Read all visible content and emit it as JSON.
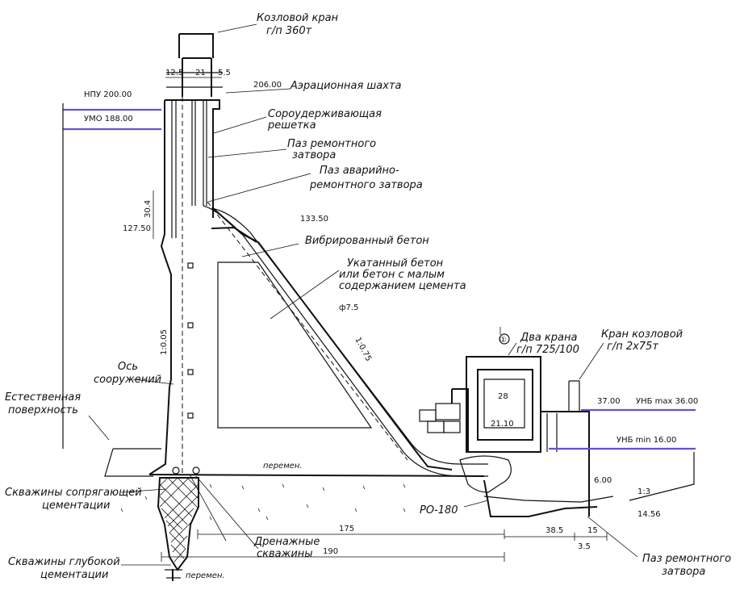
{
  "labels": {
    "gantry_crane_top": "Козловой кран",
    "gantry_crane_top_cap": "г/п 360т",
    "aeration_shaft": "Аэрационная шахта",
    "trash_rack_1": "Сороудерживающая",
    "trash_rack_2": "решетка",
    "repair_gate_slot_1": "Паз ремонтного",
    "repair_gate_slot_2": "затвора",
    "emergency_gate_slot_1": "Паз аварийно-",
    "emergency_gate_slot_2": "ремонтного затвора",
    "vibrated_concrete": "Вибрированный бетон",
    "rolled_concrete_1": "Укатанный бетон",
    "rolled_concrete_2": "или бетон с малым",
    "rolled_concrete_3": "содержанием цемента",
    "two_cranes_1": "Два крана",
    "two_cranes_2": "г/п 725/100",
    "gantry_crane_right_1": "Кран козловой",
    "gantry_crane_right_2": "г/п 2х75т",
    "structure_axis_1": "Ось",
    "structure_axis_2": "сооружений",
    "natural_surface_1": "Естественная",
    "natural_surface_2": "поверхность",
    "contact_grout_1": "Скважины сопрягающей",
    "contact_grout_2": "цементации",
    "drainage_1": "Дренажные",
    "drainage_2": "скважины",
    "deep_grout_1": "Скважины глубокой",
    "deep_grout_2": "цементации",
    "repair_gate_right_1": "Паз ремонтного",
    "repair_gate_right_2": "затвора",
    "turbine": "РО-180",
    "gallery_1": "перемен.",
    "gallery_2": "перемен."
  },
  "levels": {
    "npu": "НПУ 200.00",
    "umo": "УМО 188.00",
    "crest": "206.00",
    "l13350": "133.50",
    "l12750": "127.50",
    "tw_37": "37.00",
    "unb_max": "УНБ max 36.00",
    "unb_min": "УНБ min 16.00",
    "l600": "6.00",
    "l1456": "14.56"
  },
  "dims": {
    "d125": "12.5",
    "d21": "21",
    "d55": "5.5",
    "d304": "30.4",
    "slope1": "1:0.05",
    "slope2": "1:0.75",
    "diam": "ф7.5",
    "d28": "28",
    "d2110": "21.10",
    "d175": "175",
    "d190": "190",
    "d385": "38.5",
    "d15": "15",
    "d35": "3.5",
    "slope3": "1:3",
    "marker": "①"
  }
}
